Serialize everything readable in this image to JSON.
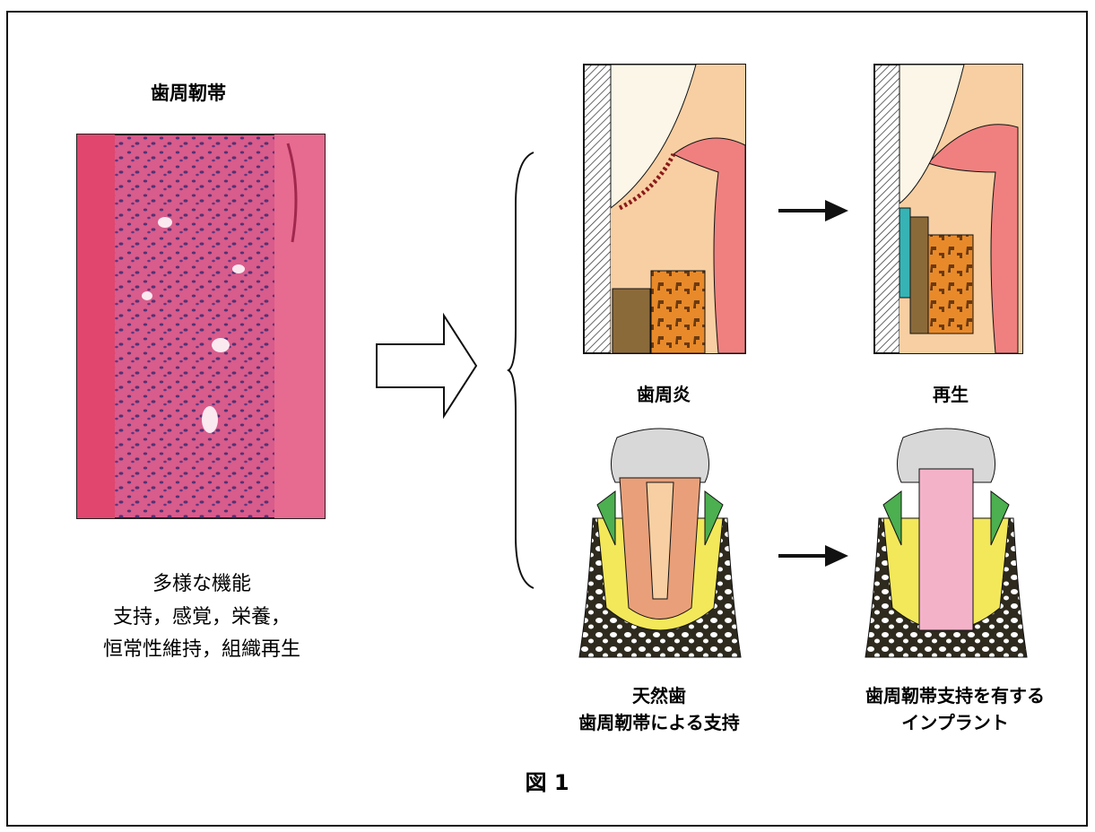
{
  "title_ligament": "歯周靭帯",
  "functions_heading": "多様な機能",
  "functions_line1": "支持，感覚，栄養，",
  "functions_line2": "恒常性維持，組織再生",
  "label_periodontitis": "歯周炎",
  "label_regeneration": "再生",
  "label_natural_line1": "天然歯",
  "label_natural_line2": "歯周靭帯による支持",
  "label_implant_line1": "歯周靭帯支持を有する",
  "label_implant_line2": "インプラント",
  "figure_caption": "図 1",
  "colors": {
    "histology_bg": "#d85c8c",
    "gingiva": "#f08080",
    "tissue": "#f7cfa2",
    "bone": "#e88a2a",
    "enamel": "#d8d8d8",
    "ligament": "#f3e85a",
    "dentin": "#e9a07a"
  }
}
